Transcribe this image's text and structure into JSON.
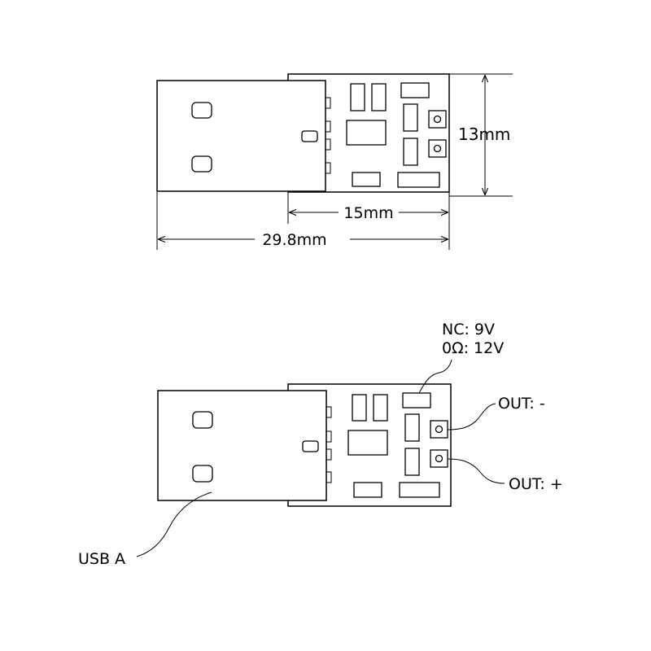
{
  "top_view": {
    "dim_height": "13mm",
    "dim_board_length": "15mm",
    "dim_total_length": "29.8mm"
  },
  "bottom_view": {
    "label_resistor_line1": "NC: 9V",
    "label_resistor_line2": "0Ω: 12V",
    "label_out_minus": "OUT: -",
    "label_out_plus": "OUT: +",
    "label_usb": "USB A"
  }
}
